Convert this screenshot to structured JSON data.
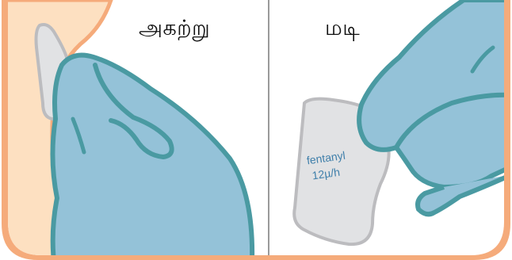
{
  "steps": [
    {
      "label": "அகற்று"
    },
    {
      "label": "மடி"
    }
  ],
  "patch": {
    "line1": "fentanyl",
    "line2": "12µ/h"
  },
  "colors": {
    "frame": "#f5ab7b",
    "skin": "#fde0c1",
    "glove_fill": "#94c2d8",
    "glove_outline": "#4a9aa2",
    "patch_fill": "#e1e2e4",
    "patch_outline": "#bcbcbf",
    "divider": "#9a9a9a",
    "patch_text": "#3f7faa"
  }
}
